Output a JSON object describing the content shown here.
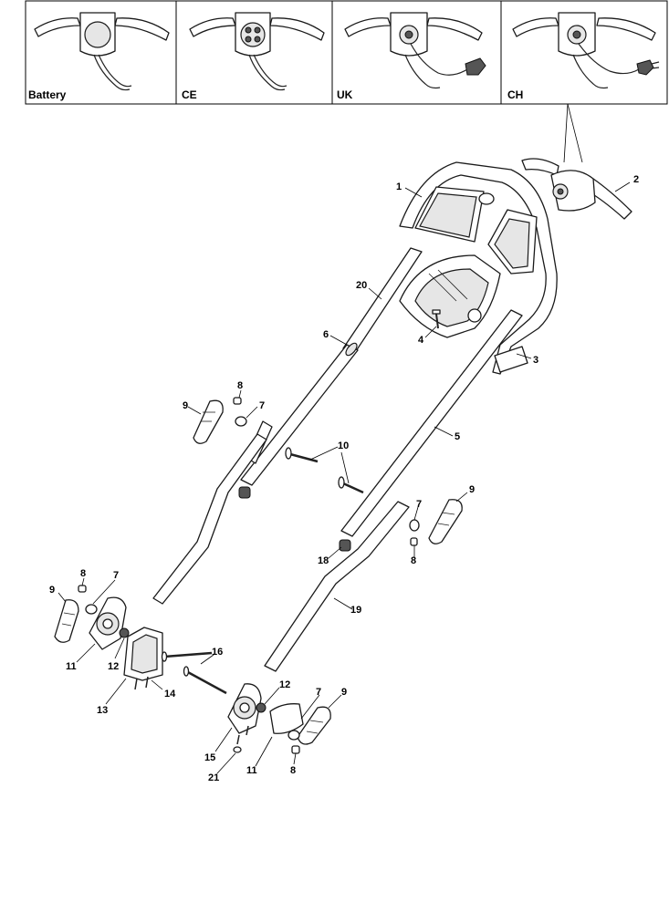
{
  "variant_panels": [
    {
      "label": "Battery"
    },
    {
      "label": "CE"
    },
    {
      "label": "UK"
    },
    {
      "label": "CH"
    }
  ],
  "callouts": {
    "c1": "1",
    "c2": "2",
    "c3": "3",
    "c4": "4",
    "c5": "5",
    "c6": "6",
    "c7a": "7",
    "c7b": "7",
    "c7c": "7",
    "c7d": "7",
    "c8a": "8",
    "c8b": "8",
    "c8c": "8",
    "c8d": "8",
    "c9a": "9",
    "c9b": "9",
    "c9c": "9",
    "c9d": "9",
    "c10": "10",
    "c11a": "11",
    "c11b": "11",
    "c12a": "12",
    "c12b": "12",
    "c13": "13",
    "c14": "14",
    "c15": "15",
    "c16": "16",
    "c18": "18",
    "c19": "19",
    "c20": "20",
    "c21": "21"
  }
}
